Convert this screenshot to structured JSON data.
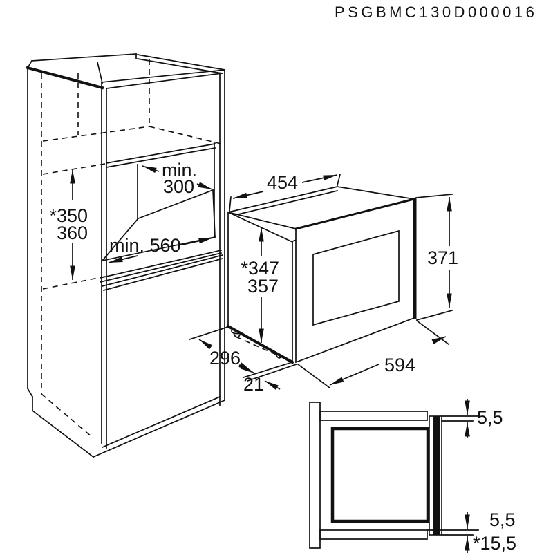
{
  "title": "PSGBMC130D000016",
  "colors": {
    "line": "#111111",
    "background": "#ffffff"
  },
  "cabinet_dims": {
    "niche_depth_line1": "min.",
    "niche_depth_line2": "300",
    "niche_width": "min. 560",
    "niche_height_line1": "*350",
    "niche_height_line2": "360"
  },
  "microwave_dims": {
    "body_width": "454",
    "body_height_line1": "*347",
    "body_height_line2": "357",
    "front_height": "371",
    "front_width": "594",
    "body_depth": "296",
    "front_overhang": "21"
  },
  "section_dims": {
    "top_overlap": "5,5",
    "bottom_overlap": "5,5",
    "bottom_clearance": "*15,5"
  }
}
